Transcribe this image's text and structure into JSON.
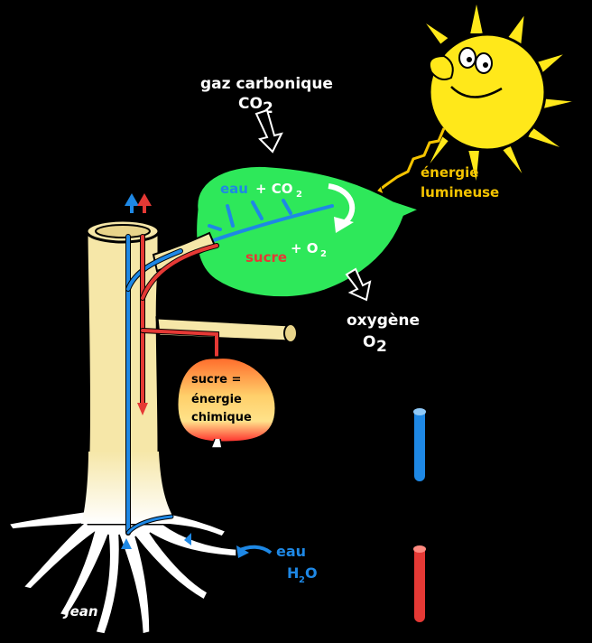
{
  "labels": {
    "co2_top_line1": "gaz carbonique",
    "co2_top_line2": "CO",
    "co2_top_sub": "2",
    "energy_line1": "énergie",
    "energy_line2": "lumineuse",
    "leaf_eau": "eau",
    "leaf_plus_co2": "+ CO",
    "leaf_co2_sub": "2",
    "leaf_sucre": "sucre",
    "leaf_plus_o2": "+ O",
    "leaf_o2_sub": "2",
    "oxygen_line1": "oxygène",
    "oxygen_line2": "O",
    "oxygen_sub": "2",
    "fruit_line1": "sucre =",
    "fruit_line2": "énergie",
    "fruit_line3": "chimique",
    "water_line1": "eau",
    "water_line2": "H",
    "water_sub2": "2",
    "water_line2b": "O",
    "signature": "Jean"
  },
  "colors": {
    "background": "#000000",
    "water": "#1e88e5",
    "sugar": "#e53935",
    "leaf": "#2ee85a",
    "sun": "#ffe81a",
    "trunk": "#f6e7a8",
    "energy_arrow": "#f5c400"
  },
  "icons": [
    "sun-icon",
    "leaf-icon",
    "fruit-icon",
    "tree-trunk-icon",
    "roots-icon",
    "arrow-icon"
  ]
}
